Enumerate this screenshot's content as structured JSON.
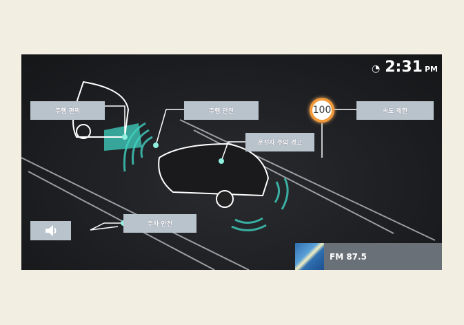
{
  "clock": {
    "time": "2:31",
    "ampm": "PM",
    "icon": "connected-car-icon"
  },
  "labels": {
    "driving_convenience": "주행 편의",
    "driving_safety": "주행 안전",
    "driver_attention": "운전자 주의 경고",
    "speed_limit": "속도 제한",
    "parking_safety": "주차 안전"
  },
  "speed_sign": "100",
  "volume": {
    "icon": "speaker-icon"
  },
  "radio": {
    "station": "FM 87.5"
  },
  "colors": {
    "accent": "#3fd1c0",
    "label_bg": "#b9c3cc",
    "sign_border": "#f29a3a"
  }
}
